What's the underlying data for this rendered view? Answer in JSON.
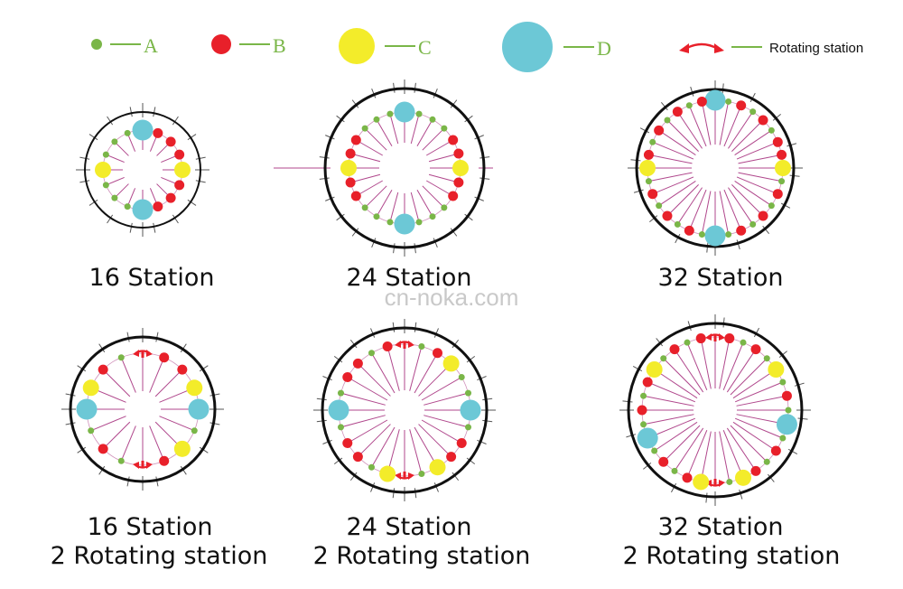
{
  "colors": {
    "A": "#7ab648",
    "B": "#e8202a",
    "C": "#f3ec2a",
    "D": "#6cc8d6",
    "rot": "#e8202a",
    "legend_line": "#7ab648",
    "legend_text": "#7ab648",
    "spoke": "#b0478c",
    "ring": "#111111",
    "tick": "#555555"
  },
  "legend": {
    "A": "A",
    "B": "B",
    "C": "C",
    "D": "D",
    "rot": "Rotating station"
  },
  "watermark": "cn-noka.com",
  "diagrams": [
    {
      "id": "d16",
      "stations": 16,
      "caption1": "16 Station",
      "caption2": "",
      "pattern": [
        "D",
        "B",
        "B",
        "B",
        "C",
        "B",
        "B",
        "B",
        "D",
        "A",
        "A",
        "A",
        "C",
        "A",
        "A",
        "A"
      ]
    },
    {
      "id": "d24",
      "stations": 24,
      "caption1": "24 Station",
      "caption2": "",
      "pattern": [
        "D",
        "A",
        "A",
        "A",
        "B",
        "B",
        "C",
        "B",
        "B",
        "A",
        "A",
        "A",
        "D",
        "A",
        "A",
        "A",
        "B",
        "B",
        "C",
        "B",
        "B",
        "A",
        "A",
        "A"
      ]
    },
    {
      "id": "d32",
      "stations": 32,
      "caption1": "32 Station",
      "caption2": "",
      "pattern": [
        "D",
        "A",
        "B",
        "A",
        "B",
        "A",
        "B",
        "B",
        "C",
        "A",
        "B",
        "A",
        "B",
        "A",
        "B",
        "A",
        "D",
        "A",
        "B",
        "A",
        "B",
        "A",
        "B",
        "A",
        "C",
        "B",
        "A",
        "B",
        "A",
        "B",
        "A",
        "B"
      ]
    },
    {
      "id": "d16r",
      "stations": 16,
      "caption1": "16 Station",
      "caption2": "2 Rotating station",
      "pattern": [
        "R",
        "B",
        "B",
        "C",
        "D",
        "A",
        "C",
        "B",
        "R",
        "A",
        "B",
        "A",
        "D",
        "C",
        "B",
        "A"
      ]
    },
    {
      "id": "d24r",
      "stations": 24,
      "caption1": "24 Station",
      "caption2": "2 Rotating station",
      "pattern": [
        "R",
        "A",
        "B",
        "C",
        "A",
        "A",
        "D",
        "A",
        "B",
        "B",
        "C",
        "A",
        "R",
        "C",
        "A",
        "B",
        "B",
        "A",
        "D",
        "A",
        "B",
        "B",
        "A",
        "B"
      ]
    },
    {
      "id": "d32r",
      "stations": 32,
      "caption1": "32 Station",
      "caption2": "2 Rotating station",
      "pattern": [
        "R",
        "B",
        "A",
        "B",
        "A",
        "C",
        "A",
        "B",
        "A",
        "D",
        "A",
        "B",
        "A",
        "B",
        "C",
        "A",
        "R",
        "C",
        "B",
        "A",
        "B",
        "A",
        "D",
        "A",
        "B",
        "A",
        "B",
        "C",
        "A",
        "B",
        "A",
        "B"
      ]
    }
  ]
}
